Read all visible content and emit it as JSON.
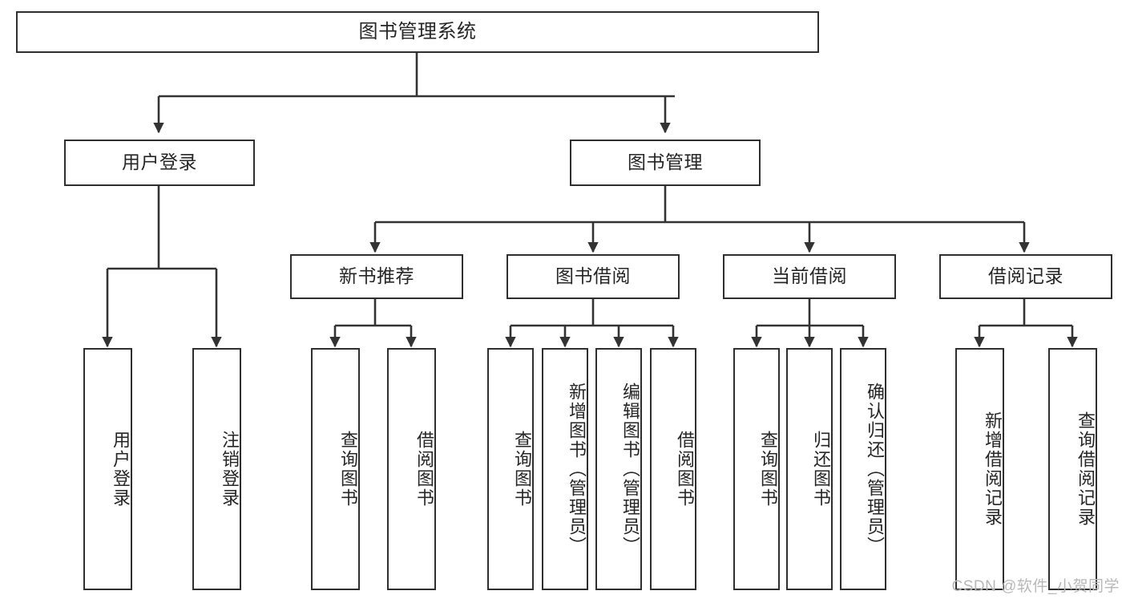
{
  "diagram": {
    "title": "图书管理系统",
    "watermark": "CSDN @软件_小贺同学",
    "colors": {
      "box_border": "#2f2f2f",
      "line": "#333333",
      "text": "#262626",
      "background": "#ffffff",
      "watermark": "#b8b8b8"
    },
    "root": {
      "label": "图书管理系统"
    },
    "level2": [
      {
        "label": "用户登录"
      },
      {
        "label": "图书管理"
      }
    ],
    "level3": [
      {
        "label": "新书推荐"
      },
      {
        "label": "图书借阅"
      },
      {
        "label": "当前借阅"
      },
      {
        "label": "借阅记录"
      }
    ],
    "leaves": {
      "user_login": [
        {
          "label": "用户登录"
        },
        {
          "label": "注销登录"
        }
      ],
      "new_book_recommend": [
        {
          "label": "查询图书"
        },
        {
          "label": "借阅图书"
        }
      ],
      "book_borrow": [
        {
          "label": "查询图书"
        },
        {
          "label": "新增图书（管理员）"
        },
        {
          "label": "编辑图书（管理员）"
        },
        {
          "label": "借阅图书"
        }
      ],
      "current_borrow": [
        {
          "label": "查询图书"
        },
        {
          "label": "归还图书"
        },
        {
          "label": "确认归还（管理员）"
        }
      ],
      "borrow_record": [
        {
          "label": "新增借阅记录"
        },
        {
          "label": "查询借阅记录"
        }
      ]
    }
  }
}
